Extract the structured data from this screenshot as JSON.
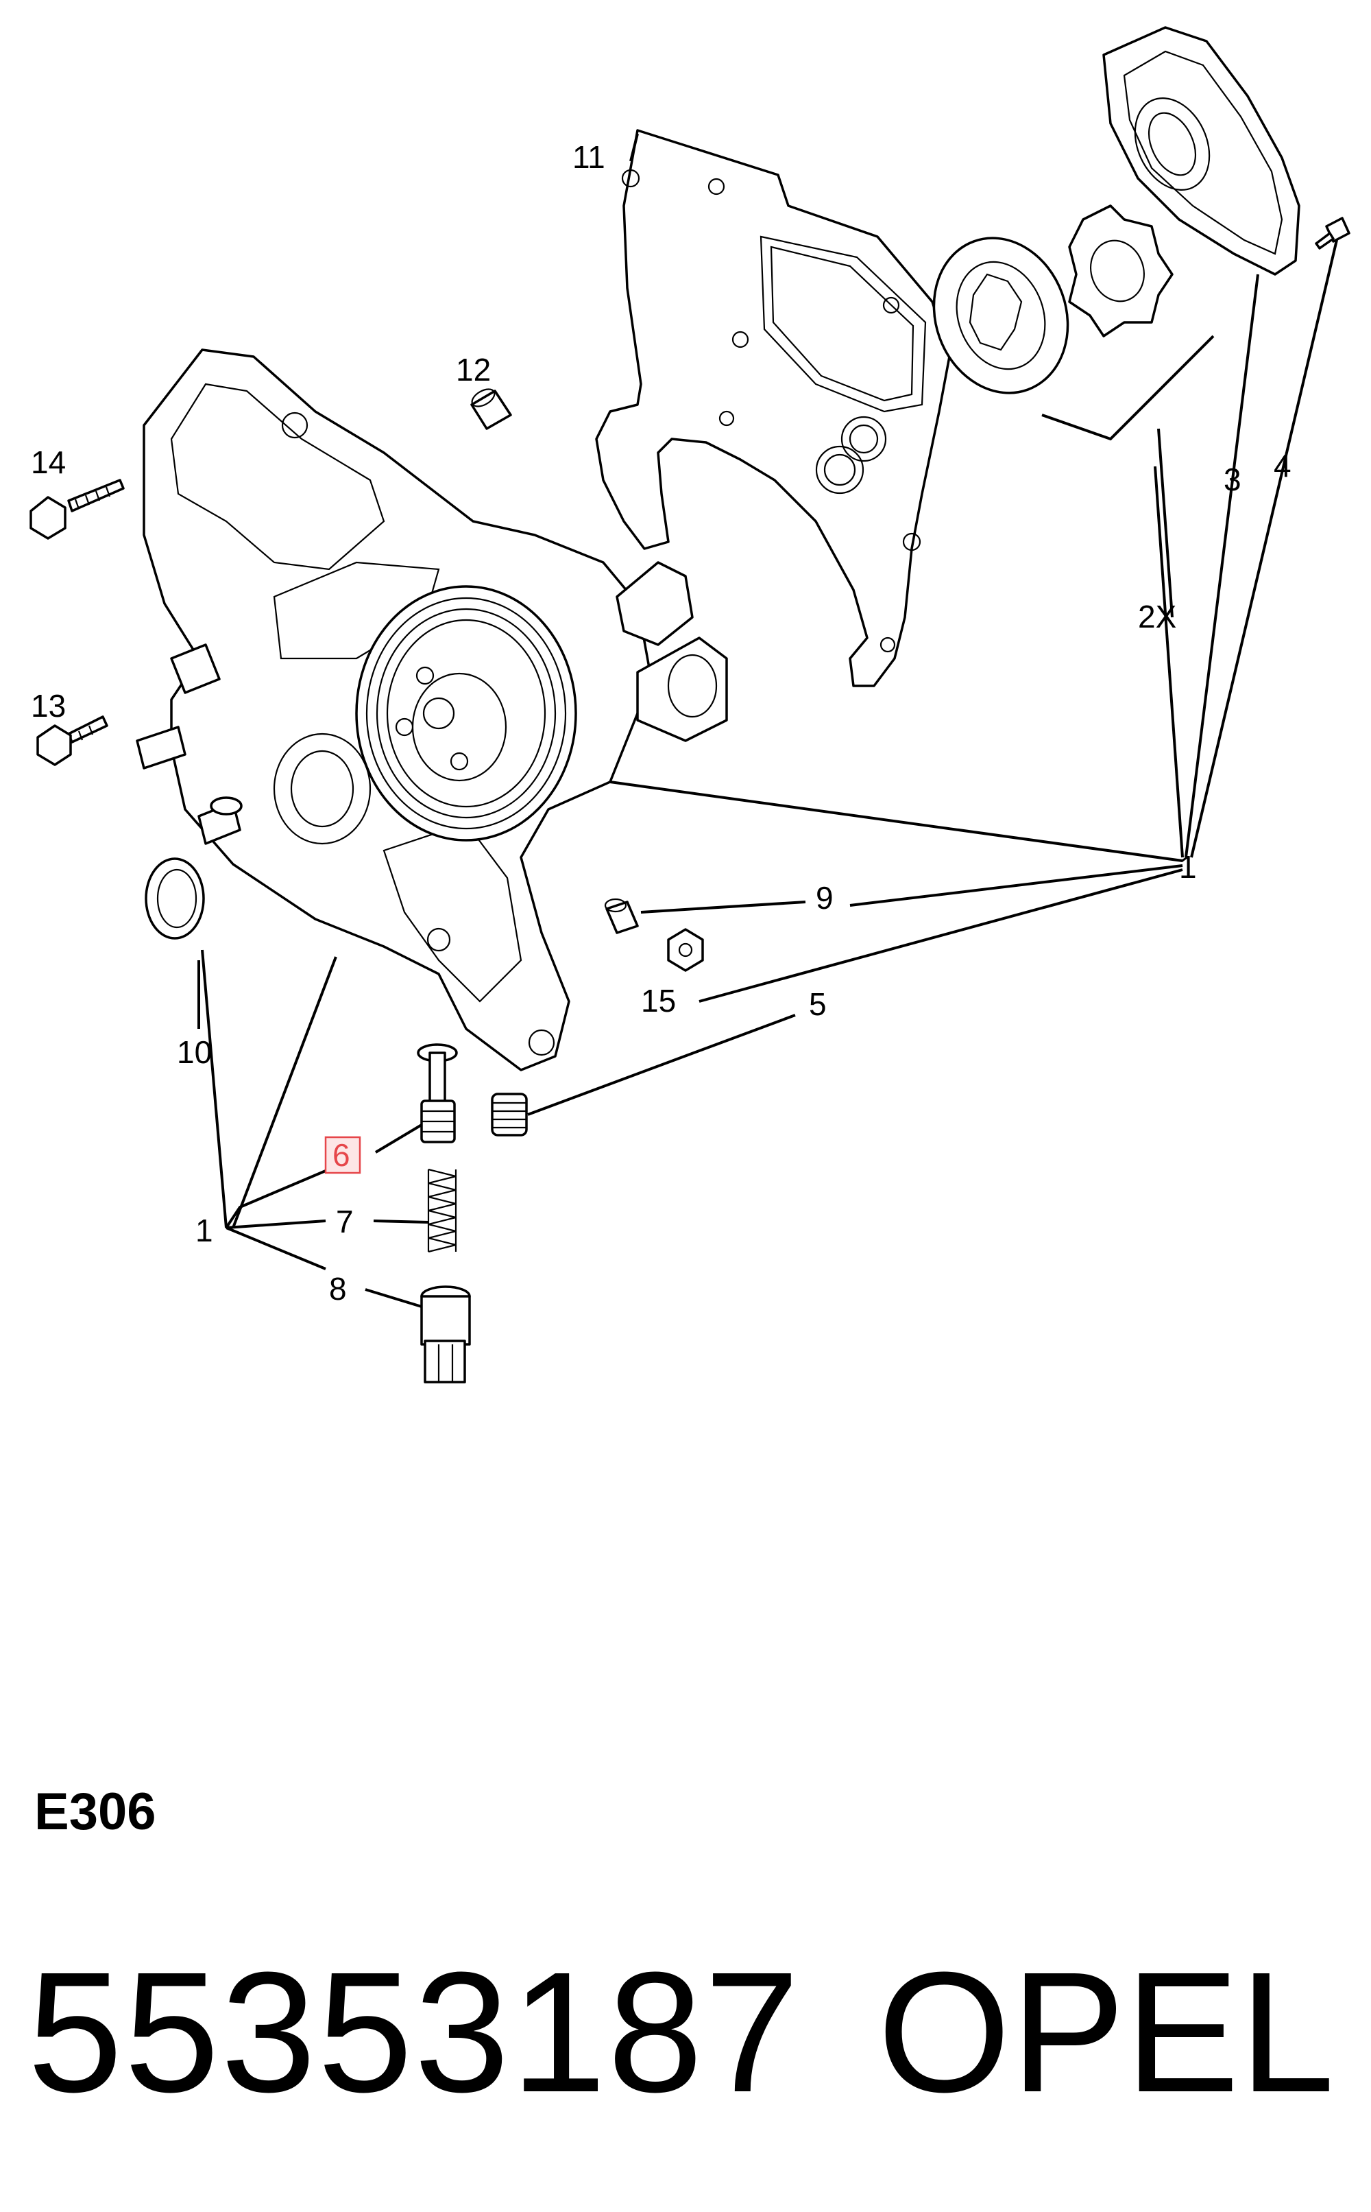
{
  "diagram": {
    "callouts": {
      "c1_right": "1",
      "c1_left": "1",
      "c2x": "2X",
      "c3": "3",
      "c4": "4",
      "c5": "5",
      "c6": "6",
      "c7": "7",
      "c8": "8",
      "c9": "9",
      "c10": "10",
      "c11": "11",
      "c12": "12",
      "c13": "13",
      "c14": "14",
      "c15": "15"
    },
    "highlighted_callout": "6",
    "highlight_color": "#e6464a",
    "highlight_fill": "#fde6e6"
  },
  "footer": {
    "diagram_code": "E306",
    "part_number": "55353187",
    "brand": "OPEL"
  }
}
